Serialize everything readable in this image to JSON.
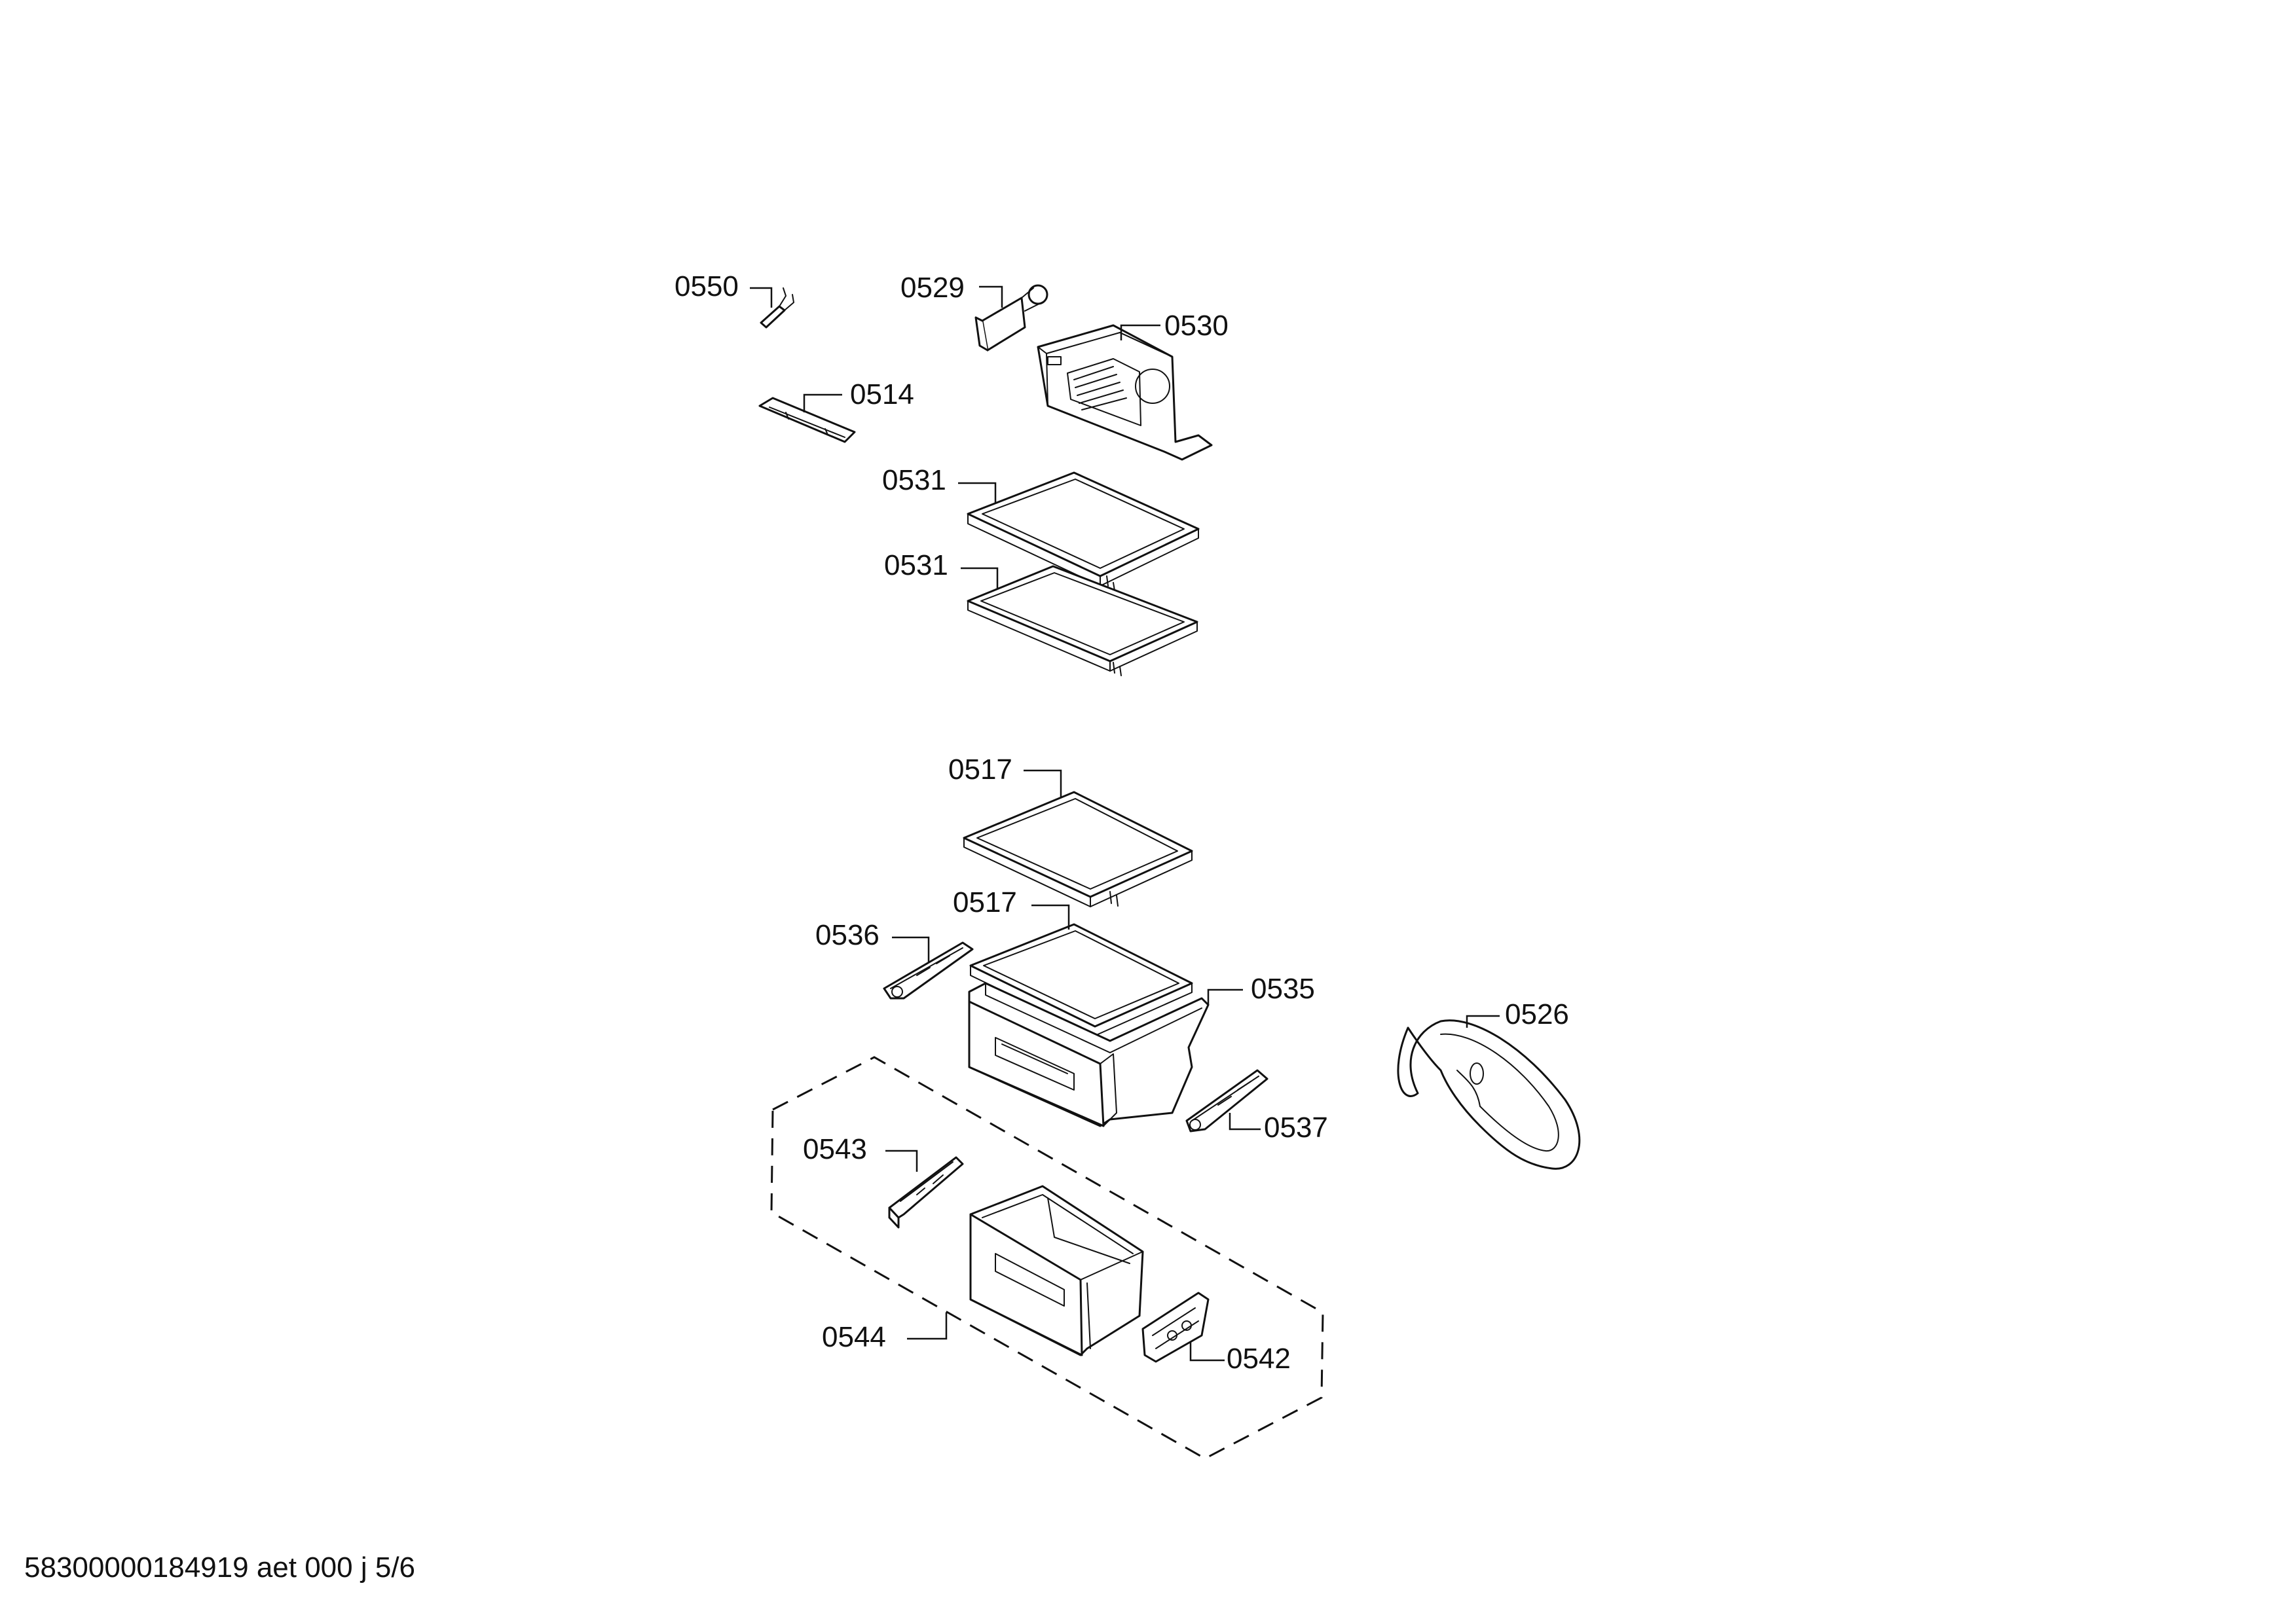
{
  "parts": [
    {
      "id": "0550"
    },
    {
      "id": "0529"
    },
    {
      "id": "0530"
    },
    {
      "id": "0514"
    },
    {
      "id": "0531"
    },
    {
      "id": "0531"
    },
    {
      "id": "0517"
    },
    {
      "id": "0517"
    },
    {
      "id": "0536"
    },
    {
      "id": "0535"
    },
    {
      "id": "0526"
    },
    {
      "id": "0537"
    },
    {
      "id": "0543"
    },
    {
      "id": "0544"
    },
    {
      "id": "0542"
    }
  ],
  "footer": {
    "text": "58300000184919 aet 000 j 5/6"
  }
}
